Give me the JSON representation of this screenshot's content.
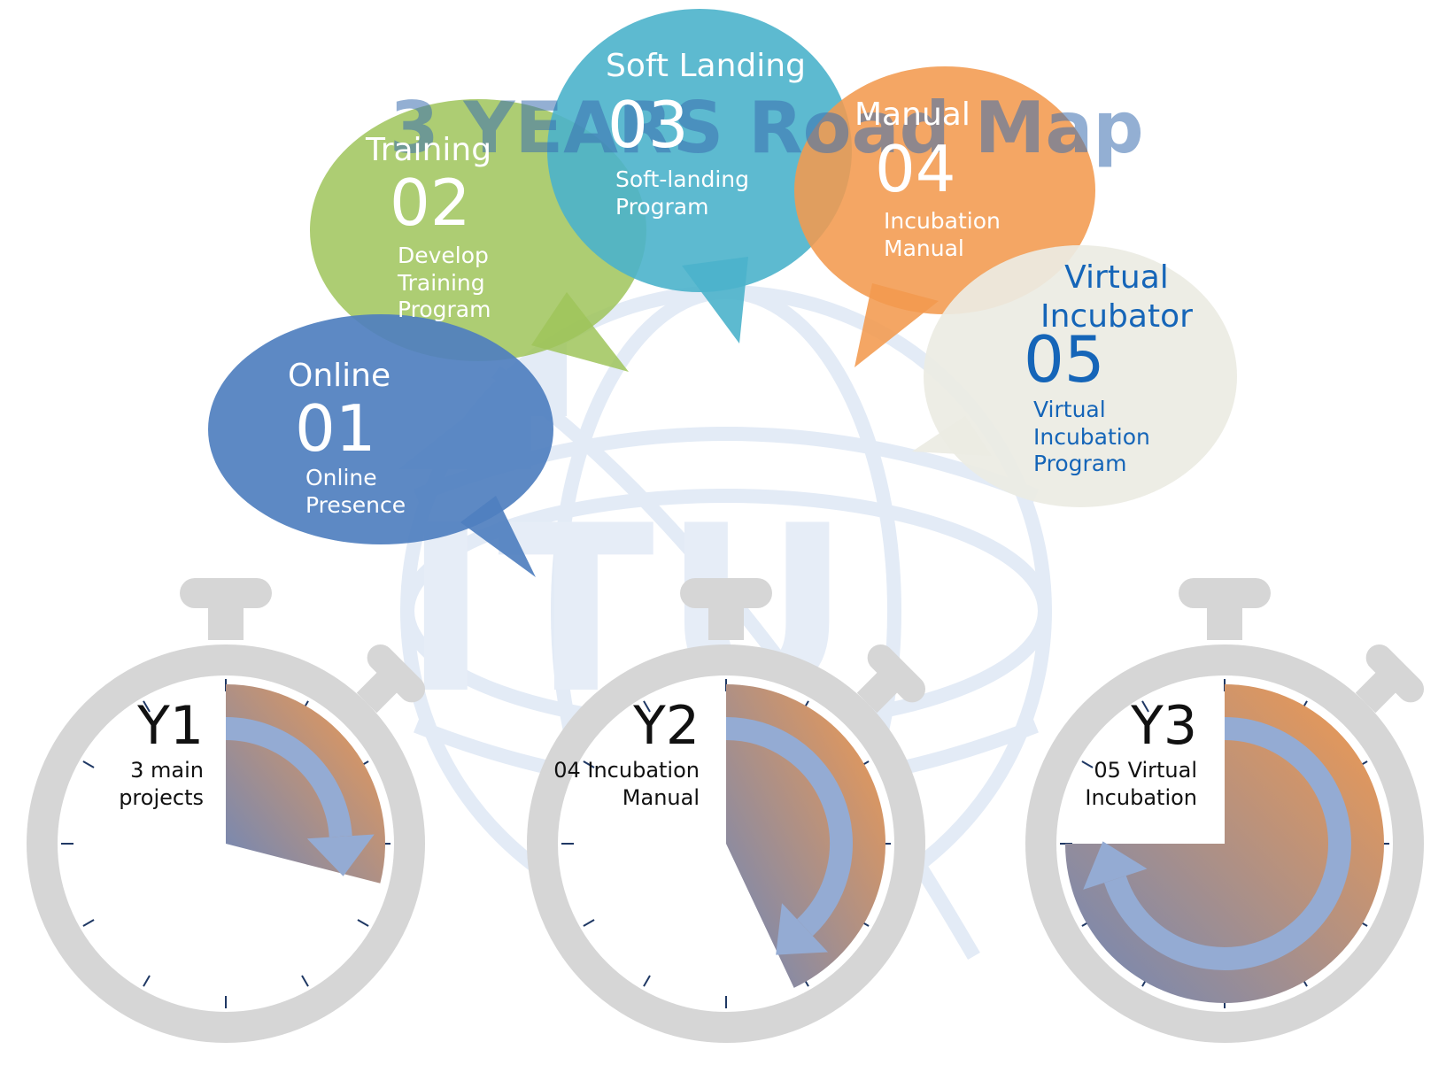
{
  "background": {
    "watermark_title": "3 YEARS Road Map",
    "watermark_logo_text": "ITU"
  },
  "colors": {
    "online": "#4f7fbf",
    "training": "#9fc45a",
    "soft_landing": "#4bb3cb",
    "manual": "#f39a4e",
    "virtual": "#ebebe3",
    "virtual_text": "#1565b8",
    "watch_gray": "#d6d6d6",
    "progress_orange": "#f39a4e",
    "progress_blue": "#6f87b8",
    "arrow_blue": "#94abd3"
  },
  "bubbles": [
    {
      "id": "online",
      "title": "Online",
      "number": "01",
      "description": "Online\nPresence"
    },
    {
      "id": "training",
      "title": "Training",
      "number": "02",
      "description": "Develop\nTraining\nProgram"
    },
    {
      "id": "soft_landing",
      "title": "Soft Landing",
      "number": "03",
      "description": "Soft-landing\nProgram"
    },
    {
      "id": "manual",
      "title": "Manual",
      "number": "04",
      "description": "Incubation\nManual"
    },
    {
      "id": "virtual",
      "title": "Virtual\nIncubator",
      "number": "05",
      "description": "Virtual\nIncubation\nProgram"
    }
  ],
  "timers": [
    {
      "id": "y1",
      "title": "Y1",
      "description": "3 main\nprojects",
      "progress": 0.29
    },
    {
      "id": "y2",
      "title": "Y2",
      "description": "04 Incubation\nManual",
      "progress": 0.43
    },
    {
      "id": "y3",
      "title": "Y3",
      "description": "05 Virtual\nIncubation",
      "progress": 0.75
    }
  ]
}
